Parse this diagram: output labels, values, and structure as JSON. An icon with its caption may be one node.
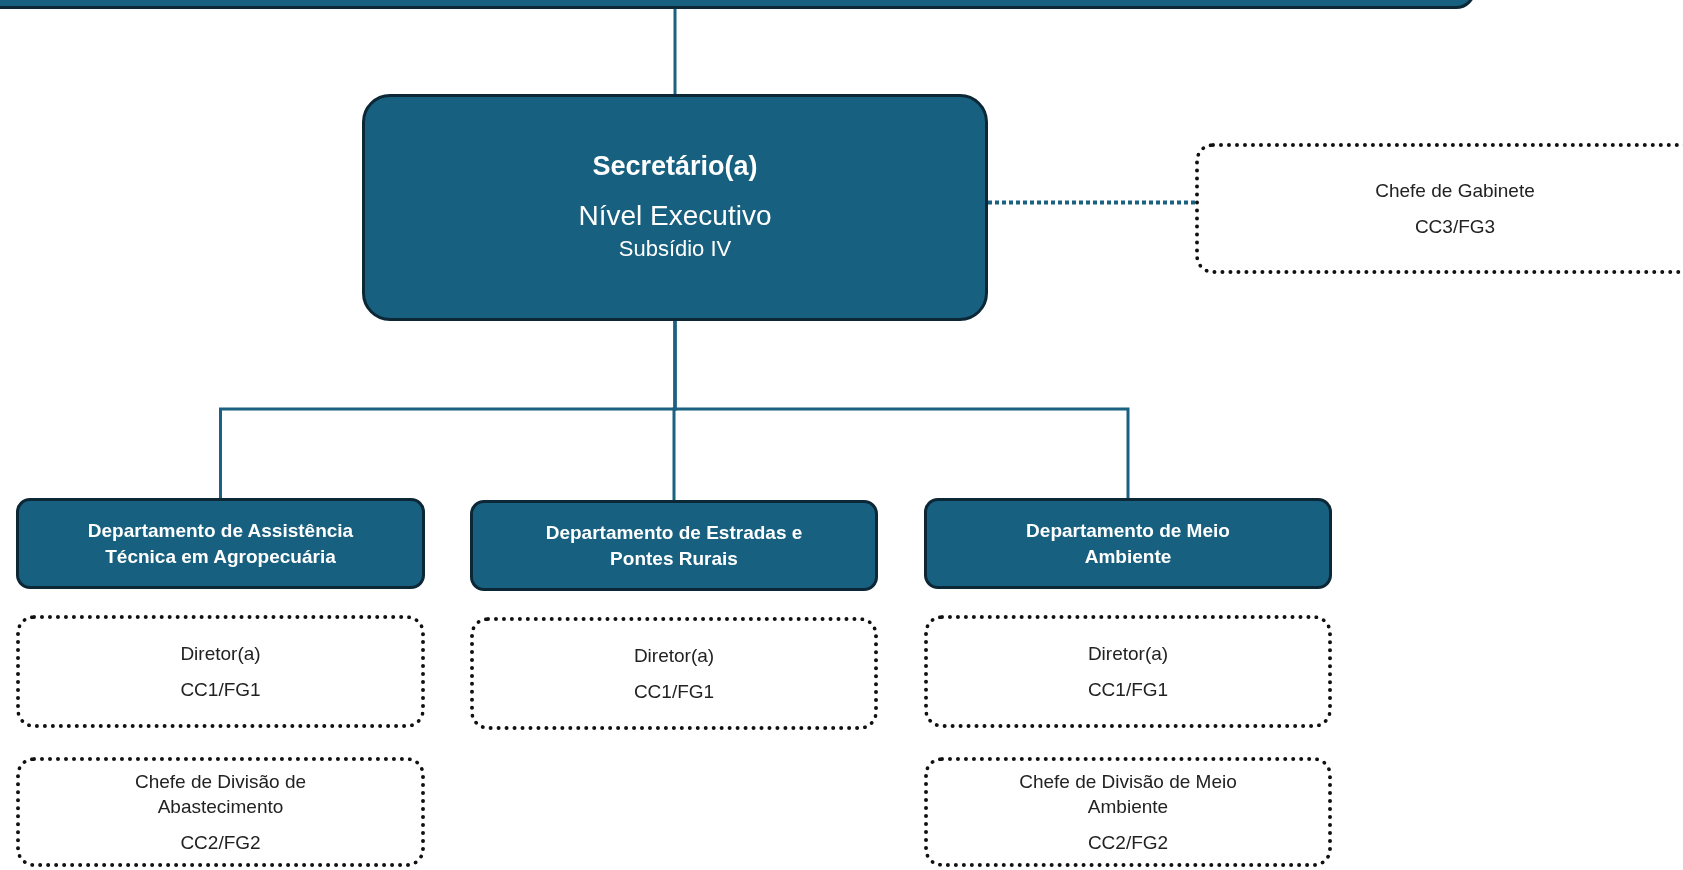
{
  "diagram": {
    "nodes": [
      {
        "text": [],
        "shape": "box"
      },
      {
        "text": [
          "Secretário(a)",
          "Nível Executivo",
          "Subsídio IV"
        ]
      },
      {
        "text": [
          "Chefe de Gabinete",
          "CC3/FG3"
        ]
      },
      {
        "text": [
          "Departamento de Assistência Técnica em Agropecuária"
        ]
      },
      {
        "text": [
          "Departamento de Estradas e Pontes Rurais"
        ]
      },
      {
        "text": [
          "Departamento de Meio Ambiente"
        ]
      },
      {
        "text": [
          "Diretor(a)",
          "CC1/FG1"
        ]
      },
      {
        "text": [
          "Chefe de Divisão de Abastecimento",
          "CC2/FG2"
        ]
      },
      {
        "text": [
          "Diretor(a)",
          "CC1/FG1"
        ]
      },
      {
        "text": [
          "Diretor(a)",
          "CC1/FG1"
        ]
      },
      {
        "text": [
          "Chefe de Divisão de Meio Ambiente",
          "CC2/FG2"
        ]
      }
    ],
    "edges": [
      {
        "from": 0,
        "to": 1,
        "arrow": "none"
      },
      {
        "from": 1,
        "to": 2,
        "arrow": "none",
        "style": "dashed"
      },
      {
        "from": 1,
        "to": 3,
        "arrow": "none"
      },
      {
        "from": 1,
        "to": 4,
        "arrow": "none"
      },
      {
        "from": 1,
        "to": 5,
        "arrow": "none"
      }
    ]
  }
}
